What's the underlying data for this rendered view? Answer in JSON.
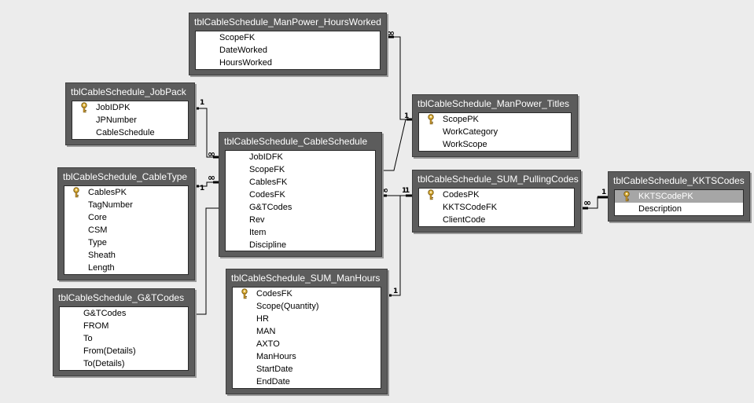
{
  "tables": {
    "hoursworked": {
      "title": "tblCableSchedule_ManPower_HoursWorked",
      "fields": [
        "ScopeFK",
        "DateWorked",
        "HoursWorked"
      ]
    },
    "jobpack": {
      "title": "tblCableSchedule_JobPack",
      "fields": [
        "JobIDPK",
        "JPNumber",
        "CableSchedule"
      ]
    },
    "titles": {
      "title": "tblCableSchedule_ManPower_Titles",
      "fields": [
        "ScopePK",
        "WorkCategory",
        "WorkScope"
      ]
    },
    "cableschedule": {
      "title": "tblCableSchedule_CableSchedule",
      "fields": [
        "JobIDFK",
        "ScopeFK",
        "CablesFK",
        "CodesFK",
        "G&TCodes",
        "Rev",
        "Item",
        "Discipline"
      ]
    },
    "cabletype": {
      "title": "tblCableSchedule_CableType",
      "fields": [
        "CablesPK",
        "TagNumber",
        "Core",
        "CSM",
        "Type",
        "Sheath",
        "Length"
      ]
    },
    "pullingcodes": {
      "title": "tblCableSchedule_SUM_PullingCodes",
      "fields": [
        "CodesPK",
        "KKTSCodeFK",
        "ClientCode"
      ]
    },
    "kktscodes": {
      "title": "tblCableSchedule_KKTSCodes",
      "fields": [
        "KKTSCodePK",
        "Description"
      ]
    },
    "manhours": {
      "title": "tblCableSchedule_SUM_ManHours",
      "fields": [
        "CodesFK",
        "Scope(Quantity)",
        "HR",
        "MAN",
        "AXTO",
        "ManHours",
        "StartDate",
        "EndDate"
      ]
    },
    "gtcodes": {
      "title": "tblCableSchedule_G&TCodes",
      "fields": [
        "G&TCodes",
        "FROM",
        "To",
        "From(Details)",
        "To(Details)"
      ]
    }
  },
  "primary_keys": [
    "JobIDPK",
    "CablesPK",
    "ScopePK",
    "CodesPK",
    "KKTSCodePK",
    "CodesFK"
  ],
  "selected_field": "KKTSCodePK",
  "relationship_labels": {
    "one": "1",
    "many": "∞"
  },
  "colors": {
    "background": "#ececec",
    "table_header": "#5c5c5c",
    "selection": "#a6a6a6",
    "line": "#000000"
  }
}
